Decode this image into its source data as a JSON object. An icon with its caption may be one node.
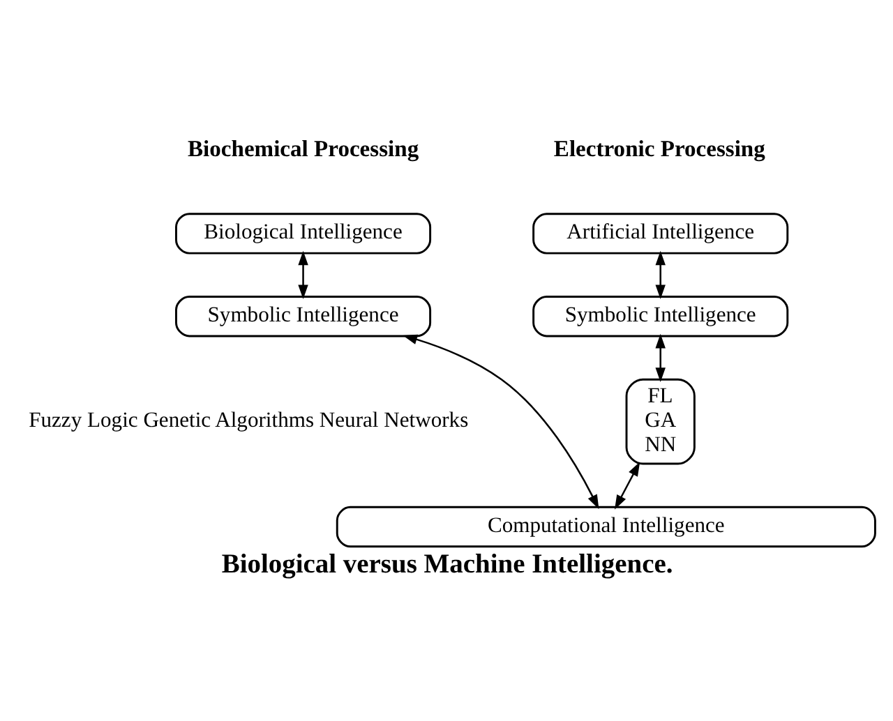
{
  "diagram": {
    "caption": "Biological versus Machine Intelligence.",
    "nodes": [
      {
        "text": [
          "Biological Intelligence"
        ]
      },
      {
        "text": [
          "Artificial Intelligence"
        ]
      },
      {
        "text": [
          "Symbolic Intelligence"
        ]
      },
      {
        "text": [
          "Symbolic Intelligence"
        ]
      },
      {
        "text": [
          "FL GA NN"
        ]
      },
      {
        "text": [
          "Computational Intelligence"
        ]
      }
    ],
    "edges": [
      {
        "from": 0,
        "to": 2,
        "arrow": "both"
      },
      {
        "from": 1,
        "to": 3,
        "arrow": "both"
      },
      {
        "from": 2,
        "to": 5,
        "arrow": "both"
      },
      {
        "from": 3,
        "to": 4,
        "arrow": "both"
      },
      {
        "from": 4,
        "to": 5,
        "arrow": "both"
      }
    ],
    "labels": [
      "Biochemical Processing",
      "Electronic Processing",
      "Fuzzy Logic Genetic Algorithms Neural Networks"
    ]
  }
}
